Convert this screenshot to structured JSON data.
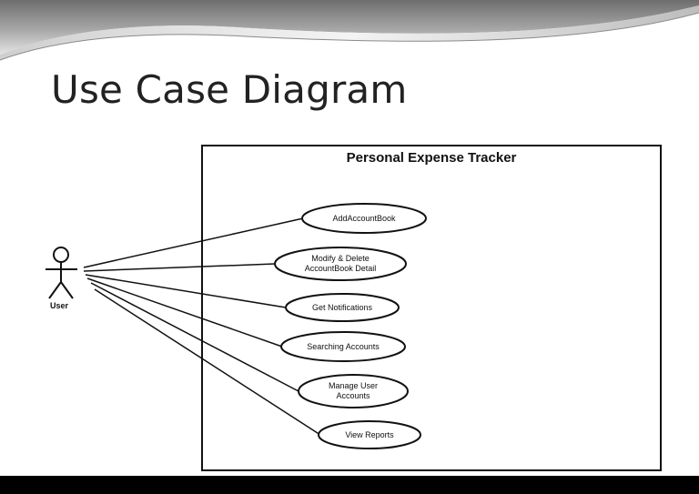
{
  "slide": {
    "title": "Use Case Diagram"
  },
  "diagram": {
    "system_name": "Personal Expense Tracker",
    "actor": {
      "label": "User"
    },
    "use_cases": [
      {
        "id": "add-account-book",
        "lines": [
          "AddAccountBook"
        ]
      },
      {
        "id": "modify-delete-account-book-detail",
        "lines": [
          "Modify & Delete",
          "AccountBook Detail"
        ]
      },
      {
        "id": "get-notifications",
        "lines": [
          "Get Notifications"
        ]
      },
      {
        "id": "searching-accounts",
        "lines": [
          "Searching Accounts"
        ]
      },
      {
        "id": "manage-user-accounts",
        "lines": [
          "Manage User",
          "Accounts"
        ]
      },
      {
        "id": "view-reports",
        "lines": [
          "View Reports"
        ]
      }
    ]
  },
  "colors": {
    "background": "#ffffff",
    "ink": "#111111",
    "footer_bar": "#000000",
    "header_swoosh": "#9a9a9a"
  }
}
